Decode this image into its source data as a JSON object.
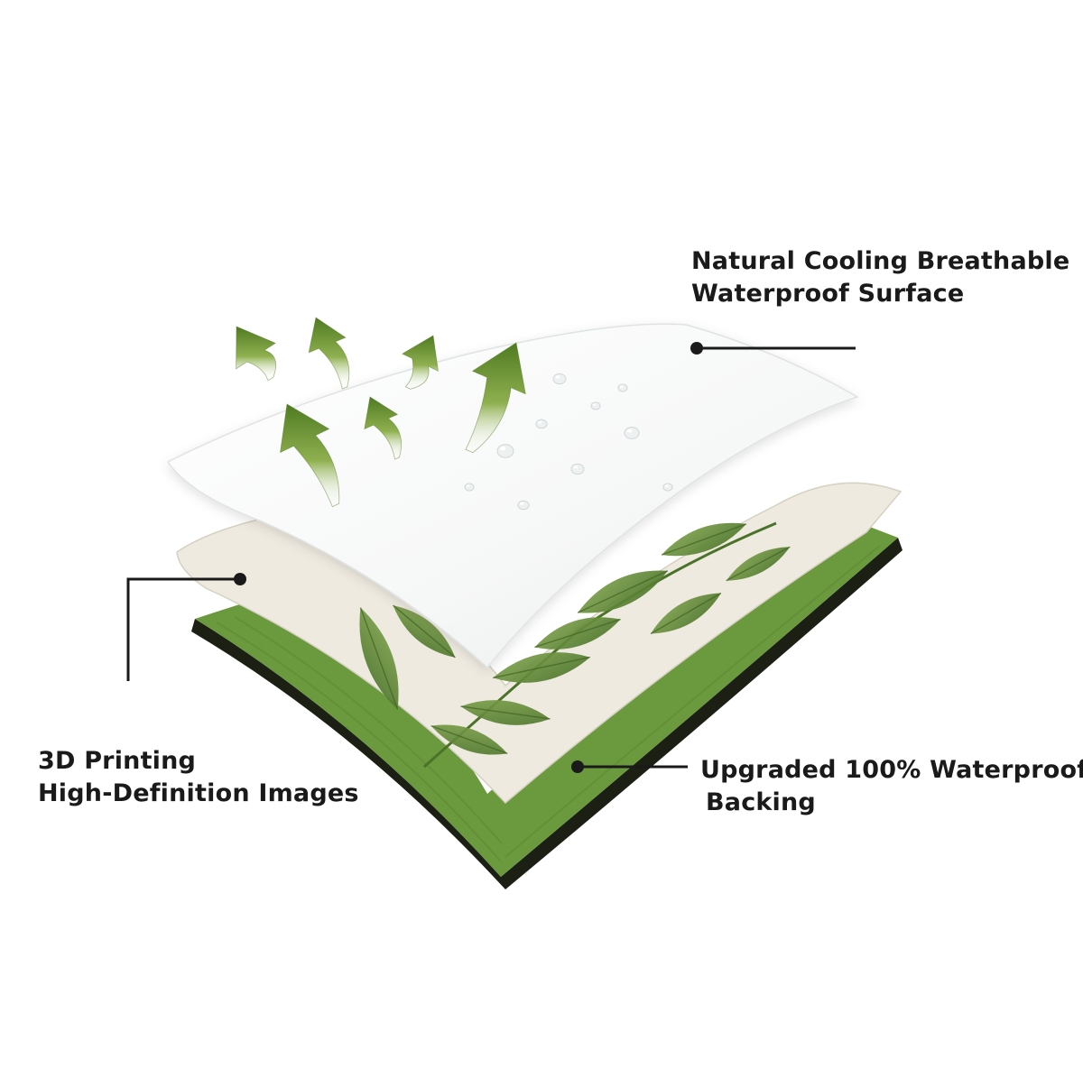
{
  "callouts": {
    "surface": {
      "line1": "Natural Cooling Breathable",
      "line2": "Waterproof Surface"
    },
    "printing": {
      "line1": "3D Printing",
      "line2": "High-Definition Images"
    },
    "backing": {
      "line1": "Upgraded 100% Waterproof",
      "line2": "Backing"
    }
  },
  "colors": {
    "backing_green": "#6b9a3e",
    "backing_edge": "#1c1f14",
    "print_cream": "#efeae0",
    "leaf_green": "#5f8a37",
    "surface_white": "#fafbfb",
    "arrow_green": "#7aa33a"
  },
  "icons": [
    "airflow-arrow-icon",
    "leaf-icon",
    "water-droplet-icon"
  ]
}
